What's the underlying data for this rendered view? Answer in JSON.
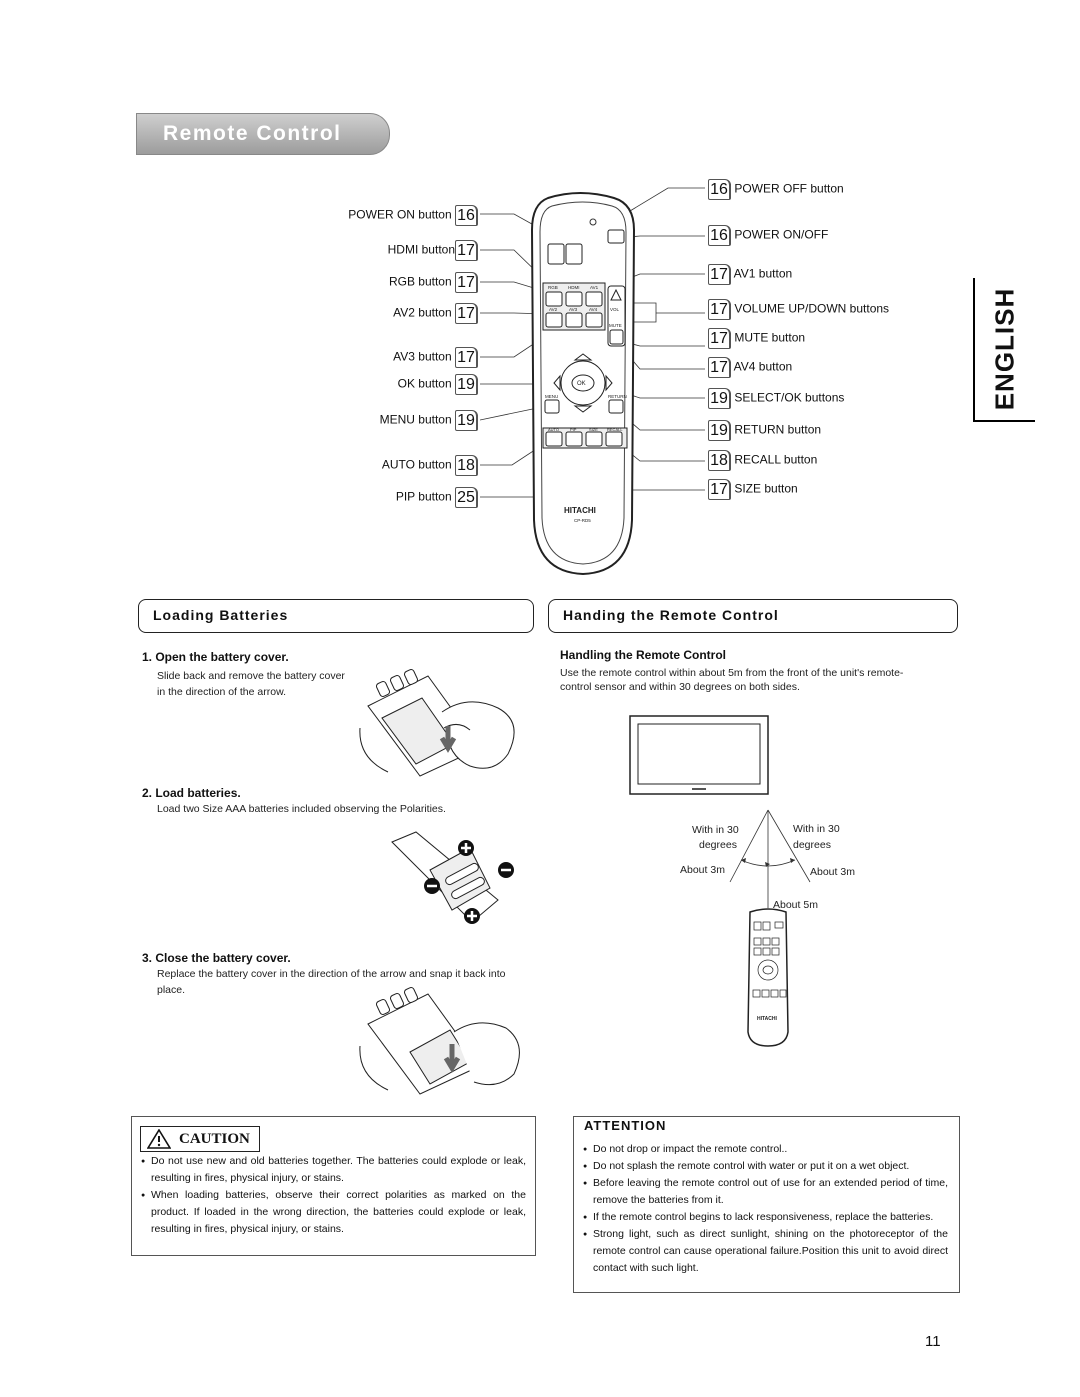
{
  "title": "Remote Control",
  "language_tab": "ENGLISH",
  "remote": {
    "brand": "HITACHI",
    "model": "CP-RD5",
    "keys": {
      "rgb": "RGB",
      "hdmi": "HDMI",
      "av1": "AV1",
      "av2": "AV2",
      "av3": "AV3",
      "av4": "AV4",
      "vol": "VOL",
      "mute": "MUTE",
      "ok": "OK",
      "menu": "MENU",
      "return": "RETURN",
      "auto": "AUTO",
      "pip": "PIP",
      "size": "SIZE",
      "recall": "RECALL"
    }
  },
  "left_labels": [
    {
      "text": "POWER ON button",
      "page": "16"
    },
    {
      "text": "HDMI button",
      "page": "17"
    },
    {
      "text": "RGB button",
      "page": "17"
    },
    {
      "text": "AV2 button",
      "page": "17"
    },
    {
      "text": "AV3 button",
      "page": "17"
    },
    {
      "text": "OK button",
      "page": "19"
    },
    {
      "text": "MENU button",
      "page": "19"
    },
    {
      "text": "AUTO button",
      "page": "18"
    },
    {
      "text": "PIP button",
      "page": "25"
    }
  ],
  "right_labels": [
    {
      "text": "POWER OFF button",
      "page": "16"
    },
    {
      "text": "POWER ON/OFF",
      "page": "16"
    },
    {
      "text": "AV1 button",
      "page": "17"
    },
    {
      "text": "VOLUME UP/DOWN buttons",
      "page": "17"
    },
    {
      "text": "MUTE button",
      "page": "17"
    },
    {
      "text": "AV4 button",
      "page": "17"
    },
    {
      "text": "SELECT/OK buttons",
      "page": "19"
    },
    {
      "text": "RETURN button",
      "page": "19"
    },
    {
      "text": "RECALL button",
      "page": "18"
    },
    {
      "text": "SIZE button",
      "page": "17"
    }
  ],
  "loading": {
    "heading": "Loading Batteries",
    "steps": [
      {
        "title": "1. Open the battery cover.",
        "text": "Slide back and remove the battery cover in the direction of the arrow."
      },
      {
        "title": "2. Load batteries.",
        "text": "Load two Size AAA batteries included observing the Polarities."
      },
      {
        "title": "3. Close the battery cover.",
        "text": "Replace the battery cover in the direction of the arrow and snap it back into place."
      }
    ]
  },
  "handling": {
    "heading": "Handing the Remote Control",
    "subheading": "Handling the Remote Control",
    "text": "Use the remote control within about 5m from the front of the unit's remote-control sensor and within 30 degrees on both sides.",
    "diagram": {
      "left_angle_1": "With in 30",
      "left_angle_2": "degrees",
      "right_angle_1": "With in 30",
      "right_angle_2": "degrees",
      "left_dist": "About 3m",
      "right_dist": "About 3m",
      "front_dist": "About 5m"
    }
  },
  "caution": {
    "title": "CAUTION",
    "items": [
      "Do not use new and old batteries together. The batteries could explode or leak, resulting in fires, physical injury, or stains.",
      "When loading batteries, observe their correct polarities as marked on the product. If loaded in the wrong direction, the batteries could explode or leak, resulting in fires, physical injury, or stains."
    ]
  },
  "attention": {
    "title": "ATTENTION",
    "items": [
      "Do not drop or impact the remote control..",
      "Do not splash the remote control with water or put it on a wet object.",
      "Before leaving the remote control out of use for an extended period of time, remove the batteries from it.",
      "If the remote control begins to lack responsiveness, replace the batteries.",
      "Strong light, such as direct sunlight, shining on the photoreceptor of the remote control can cause operational failure.Position this unit to avoid direct contact with such light."
    ]
  },
  "page_number": "11"
}
